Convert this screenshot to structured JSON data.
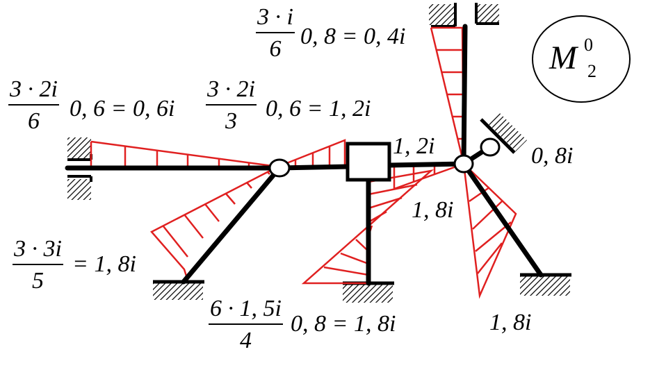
{
  "diagram_symbol": {
    "letter": "M",
    "superscript": "0",
    "subscript": "2"
  },
  "labels": {
    "top": {
      "num": "3 · i",
      "den": "6",
      "rest": "0, 8 = 0, 4i"
    },
    "left_upper": {
      "num": "3 · 2i",
      "den": "6",
      "rest": "0, 6 = 0, 6i"
    },
    "center_upper": {
      "num": "3 · 2i",
      "den": "3",
      "rest": "0, 6 = 1, 2i"
    },
    "left_lower": {
      "num": "3 · 3i",
      "den": "5",
      "rest": "= 1, 8i"
    },
    "bottom": {
      "num": "6 · 1, 5i",
      "den": "4",
      "rest": "0, 8 = 1, 8i"
    },
    "node_right": "1, 2i",
    "right_support": "0, 8i",
    "mid_right": "1, 8i",
    "bottom_right": "1, 8i"
  },
  "colors": {
    "frame": "#000000",
    "diagram": "#e02020",
    "background": "#ffffff"
  }
}
